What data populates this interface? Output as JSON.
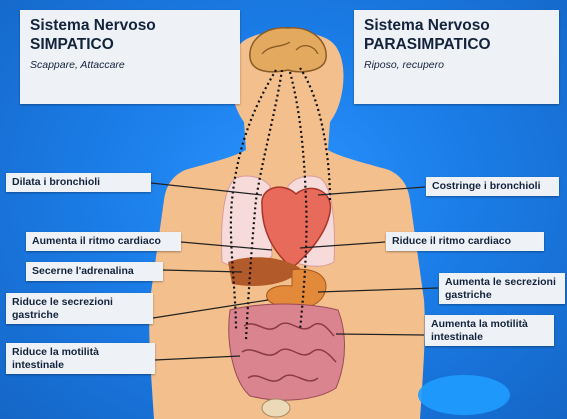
{
  "left_header": {
    "title_line1": "Sistema Nervoso",
    "title_line2": "SIMPATICO",
    "subtitle": "Scappare, Attaccare"
  },
  "right_header": {
    "title_line1": "Sistema Nervoso",
    "title_line2": "PARASIMPATICO",
    "subtitle": "Riposo, recupero"
  },
  "left_labels": [
    "Dilata i bronchioli",
    "Aumenta il ritmo cardiaco",
    "Secerne l'adrenalina",
    "Riduce le secrezioni gastriche",
    "Riduce la motilità intestinale"
  ],
  "right_labels": [
    "Costringe i bronchioli",
    "Riduce il ritmo cardiaco",
    "Aumenta le secrezioni gastriche",
    "Aumenta la motilità intestinale"
  ],
  "colors": {
    "background": "#1b7de8",
    "label_box": "#eef2f7",
    "skin": "#f3c08d"
  }
}
